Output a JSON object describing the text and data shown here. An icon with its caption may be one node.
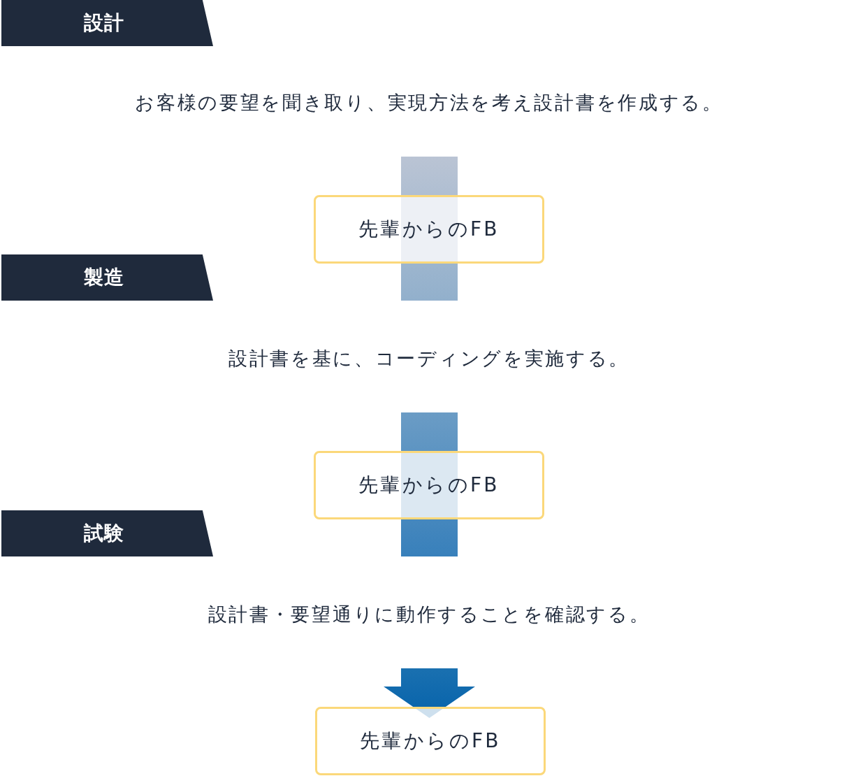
{
  "diagram": {
    "nodes": [
      {
        "text": [
          "設計"
        ]
      },
      {
        "text": [
          "お客様の要望を聞き取り、実現方法を考え設計書を作成する。"
        ]
      },
      {
        "text": [
          "先輩からのFB"
        ]
      },
      {
        "text": [
          "製造"
        ]
      },
      {
        "text": [
          "設計書を基に、コーディングを実施する。"
        ]
      },
      {
        "text": [
          "先輩からのFB"
        ]
      },
      {
        "text": [
          "試験"
        ]
      },
      {
        "text": [
          "設計書・要望通りに動作することを確認する。"
        ]
      },
      {
        "text": [
          "先輩からのFB"
        ]
      }
    ],
    "edges": [
      {
        "from": null,
        "to": 2,
        "arrow": "none"
      },
      {
        "from": 2,
        "to": null,
        "arrow": "none"
      },
      {
        "from": null,
        "to": 5,
        "arrow": "none"
      },
      {
        "from": 5,
        "to": null,
        "arrow": "none"
      },
      {
        "from": null,
        "to": 8,
        "arrow": "to"
      }
    ]
  }
}
